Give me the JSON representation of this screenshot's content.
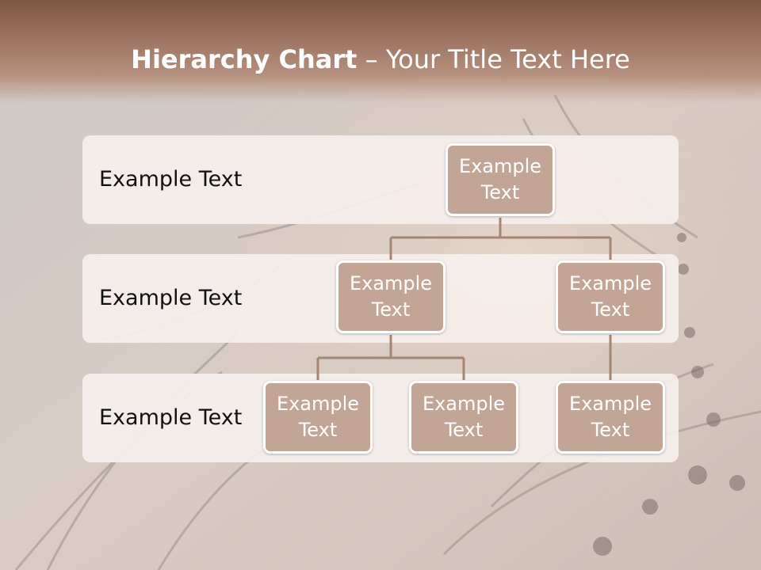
{
  "slide": {
    "title_bold": "Hierarchy Chart",
    "title_rest": " – Your Title Text Here"
  },
  "levels": [
    {
      "label": "Example Text"
    },
    {
      "label": "Example Text"
    },
    {
      "label": "Example Text"
    }
  ],
  "nodes": {
    "root": "Example Text",
    "level2_left": "Example Text",
    "level2_right": "Example Text",
    "level3_a": "Example Text",
    "level3_b": "Example Text",
    "level3_c": "Example Text"
  },
  "colors": {
    "header_dark": "#7e5644",
    "node_fill": "#c2a594",
    "connector": "#a58573",
    "band_fill": "#f6efec"
  }
}
